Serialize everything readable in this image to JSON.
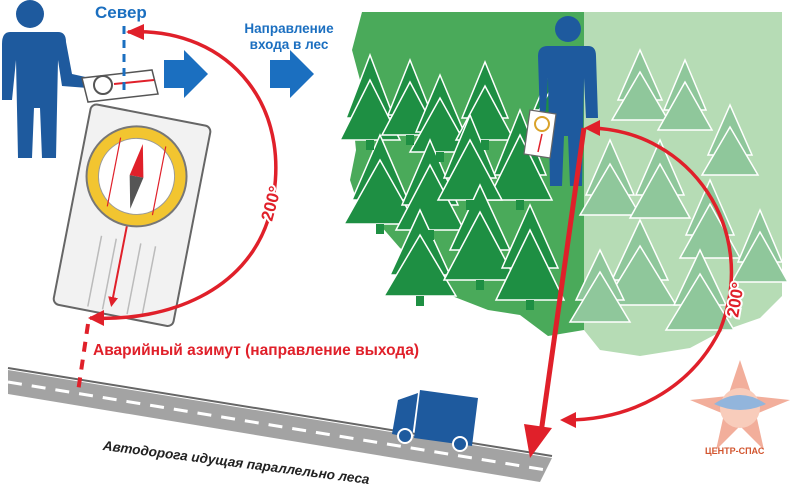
{
  "labels": {
    "north": "Север",
    "entry_direction": "Направление входа в лес",
    "emergency_azimuth": "Аварийный азимут (направление выхода)",
    "road": "Автодорога идущая параллельно леса",
    "angle_left": "200°",
    "angle_right": "200°",
    "logo": "ЦЕНТР-СПАС"
  },
  "colors": {
    "person": "#1e5a9e",
    "accent_blue": "#1b6fc0",
    "red": "#e0202a",
    "forest_dark": "#4aaa5a",
    "forest_light": "#b6dcb5",
    "tree_dark": "#1e8f43",
    "tree_light": "#8fc79b",
    "road": "#a3a3a3"
  }
}
